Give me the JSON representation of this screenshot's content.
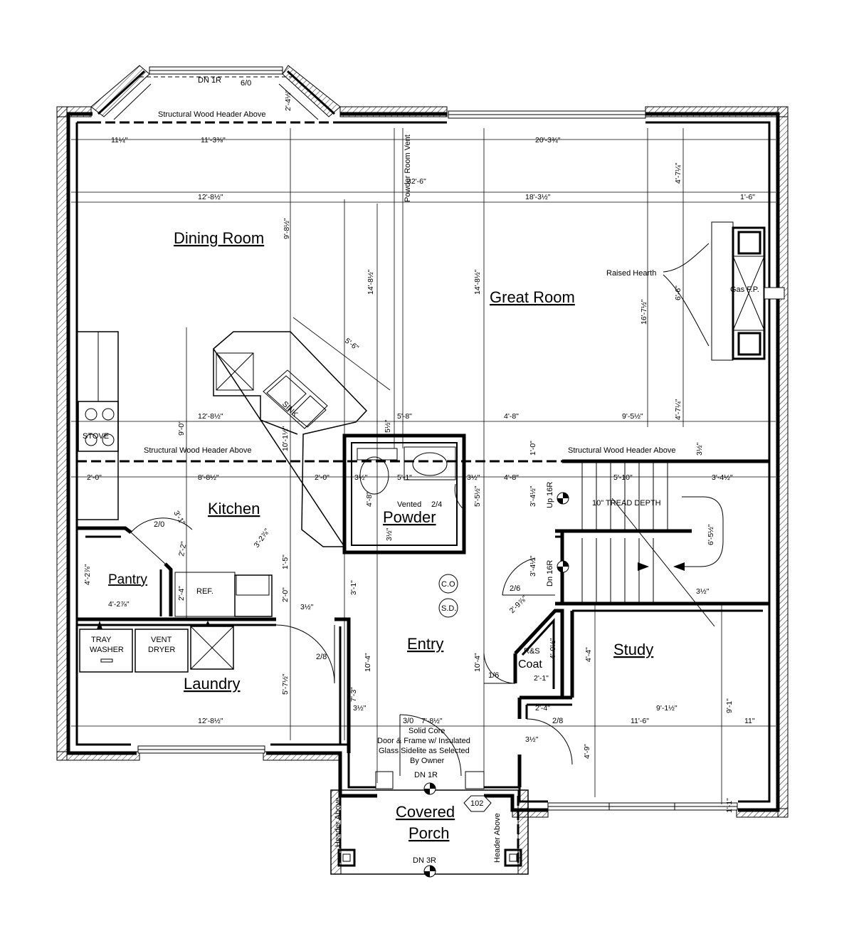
{
  "rooms": {
    "dining": "Dining Room",
    "great": "Great Room",
    "kitchen": "Kitchen",
    "powder": "Powder",
    "pantry": "Pantry",
    "laundry": "Laundry",
    "entry": "Entry",
    "study": "Study",
    "porch_line1": "Covered",
    "porch_line2": "Porch"
  },
  "labels": {
    "dn1r_top": "DN 1R",
    "door_6_0": "6/0",
    "header_top": "Structural Wood Header Above",
    "header_mid_left": "Structural Wood Header Above",
    "header_mid_right": "Structural Wood Header Above",
    "vent": "Powder Room Vent",
    "raised_hearth": "Raised Hearth",
    "gas_fp": "Gas F.P.",
    "stove": "STOVE",
    "sink": "SINK",
    "ref": "REF.",
    "tray": "TRAY",
    "washer": "WASHER",
    "vent_lbl": "VENT",
    "dryer": "DRYER",
    "vented": "Vented",
    "d24": "2/4",
    "d20": "2/0",
    "d26": "2/6",
    "d28a": "2/8",
    "d28b": "2/8",
    "d16": "1/6",
    "up16r": "Up 16R",
    "dn16r": "Dn 16R",
    "tread": "10\" TREAD DEPTH",
    "co": "C.O",
    "sd": "S.D.",
    "rs": "R&S",
    "coat": "Coat",
    "d30": "3/0",
    "door_note": [
      "Solid Core",
      "Door & Frame w/ Insulated",
      "Glass Sidelite as Selected",
      "By Owner"
    ],
    "dn1r_entry": "DN 1R",
    "porch_num": "102",
    "dn3r": "DN 3R",
    "header_left": "Header Above",
    "header_right": "Header Above"
  },
  "dims": {
    "d1": "11¼\"",
    "d2": "11'-3⅜\"",
    "d3": "2'-4½\"",
    "d4": "20'-3¾\"",
    "d5": "4'-7¼\"",
    "d6": "32'-6\"",
    "d7": "12'-8½\"",
    "d8": "18'-3½\"",
    "d9": "1'-6\"",
    "d10": "9'-8½\"",
    "d11": "14'-8½\"",
    "d12": "14'-8½\"",
    "d13": "6'-6\"",
    "d14": "16'-7½\"",
    "d15": "5'-6\"",
    "d16": "12'-8½\"",
    "d17": "5'-8\"",
    "d18": "4'-8\"",
    "d19": "9'-5½\"",
    "d20": "4'-7¼\"",
    "d21": "9'-0\"",
    "d22": "10'-1½\"",
    "d23": "5½\"",
    "d24": "1'-0\"",
    "d25": "3½\"",
    "d26": "2'-0\"",
    "d27": "8'-8½\"",
    "d28": "2'-0\"",
    "d29": "3½\"",
    "d30": "5'-1\"",
    "d31": "3½\"",
    "d32": "4'-8\"",
    "d33": "5'-10\"",
    "d34": "3'-4½\"",
    "d35": "3'-1\"",
    "d36": "2'-2\"",
    "d37": "3'-2⅞\"",
    "d38": "4'-8\"",
    "d39": "3½\"",
    "d40": "5'-5½\"",
    "d41": "3'-4½\"",
    "d42": "6'-5½\"",
    "d43": "4'-2⅞\"",
    "d44": "1'-5\"",
    "d45": "3'-1\"",
    "d46": "3'-4½\"",
    "d47": "2'-4\"",
    "d48": "2'-0\"",
    "d49": "3½\"",
    "d50": "4'-2⅞\"",
    "d51": "3½\"",
    "d52": "2'-9⅞\"",
    "d53": "10'-4\"",
    "d54": "10'-4\"",
    "d55": "4'-0½\"",
    "d56": "4'-4\"",
    "d57": "2'-1\"",
    "d58": "5'-7½\"",
    "d59": "7'-3\"",
    "d60": "3½\"",
    "d61": "2'-4\"",
    "d62": "9'-1½\"",
    "d63": "9'-1\"",
    "d64": "12'-8½\"",
    "d65": "7'-8½\"",
    "d66": "11'-6\"",
    "d67": "11\"",
    "d68": "3½\"",
    "d69": "4'-9\"",
    "d70": "1'-1\""
  },
  "colors": {
    "ink": "#000000",
    "paper": "#ffffff"
  }
}
